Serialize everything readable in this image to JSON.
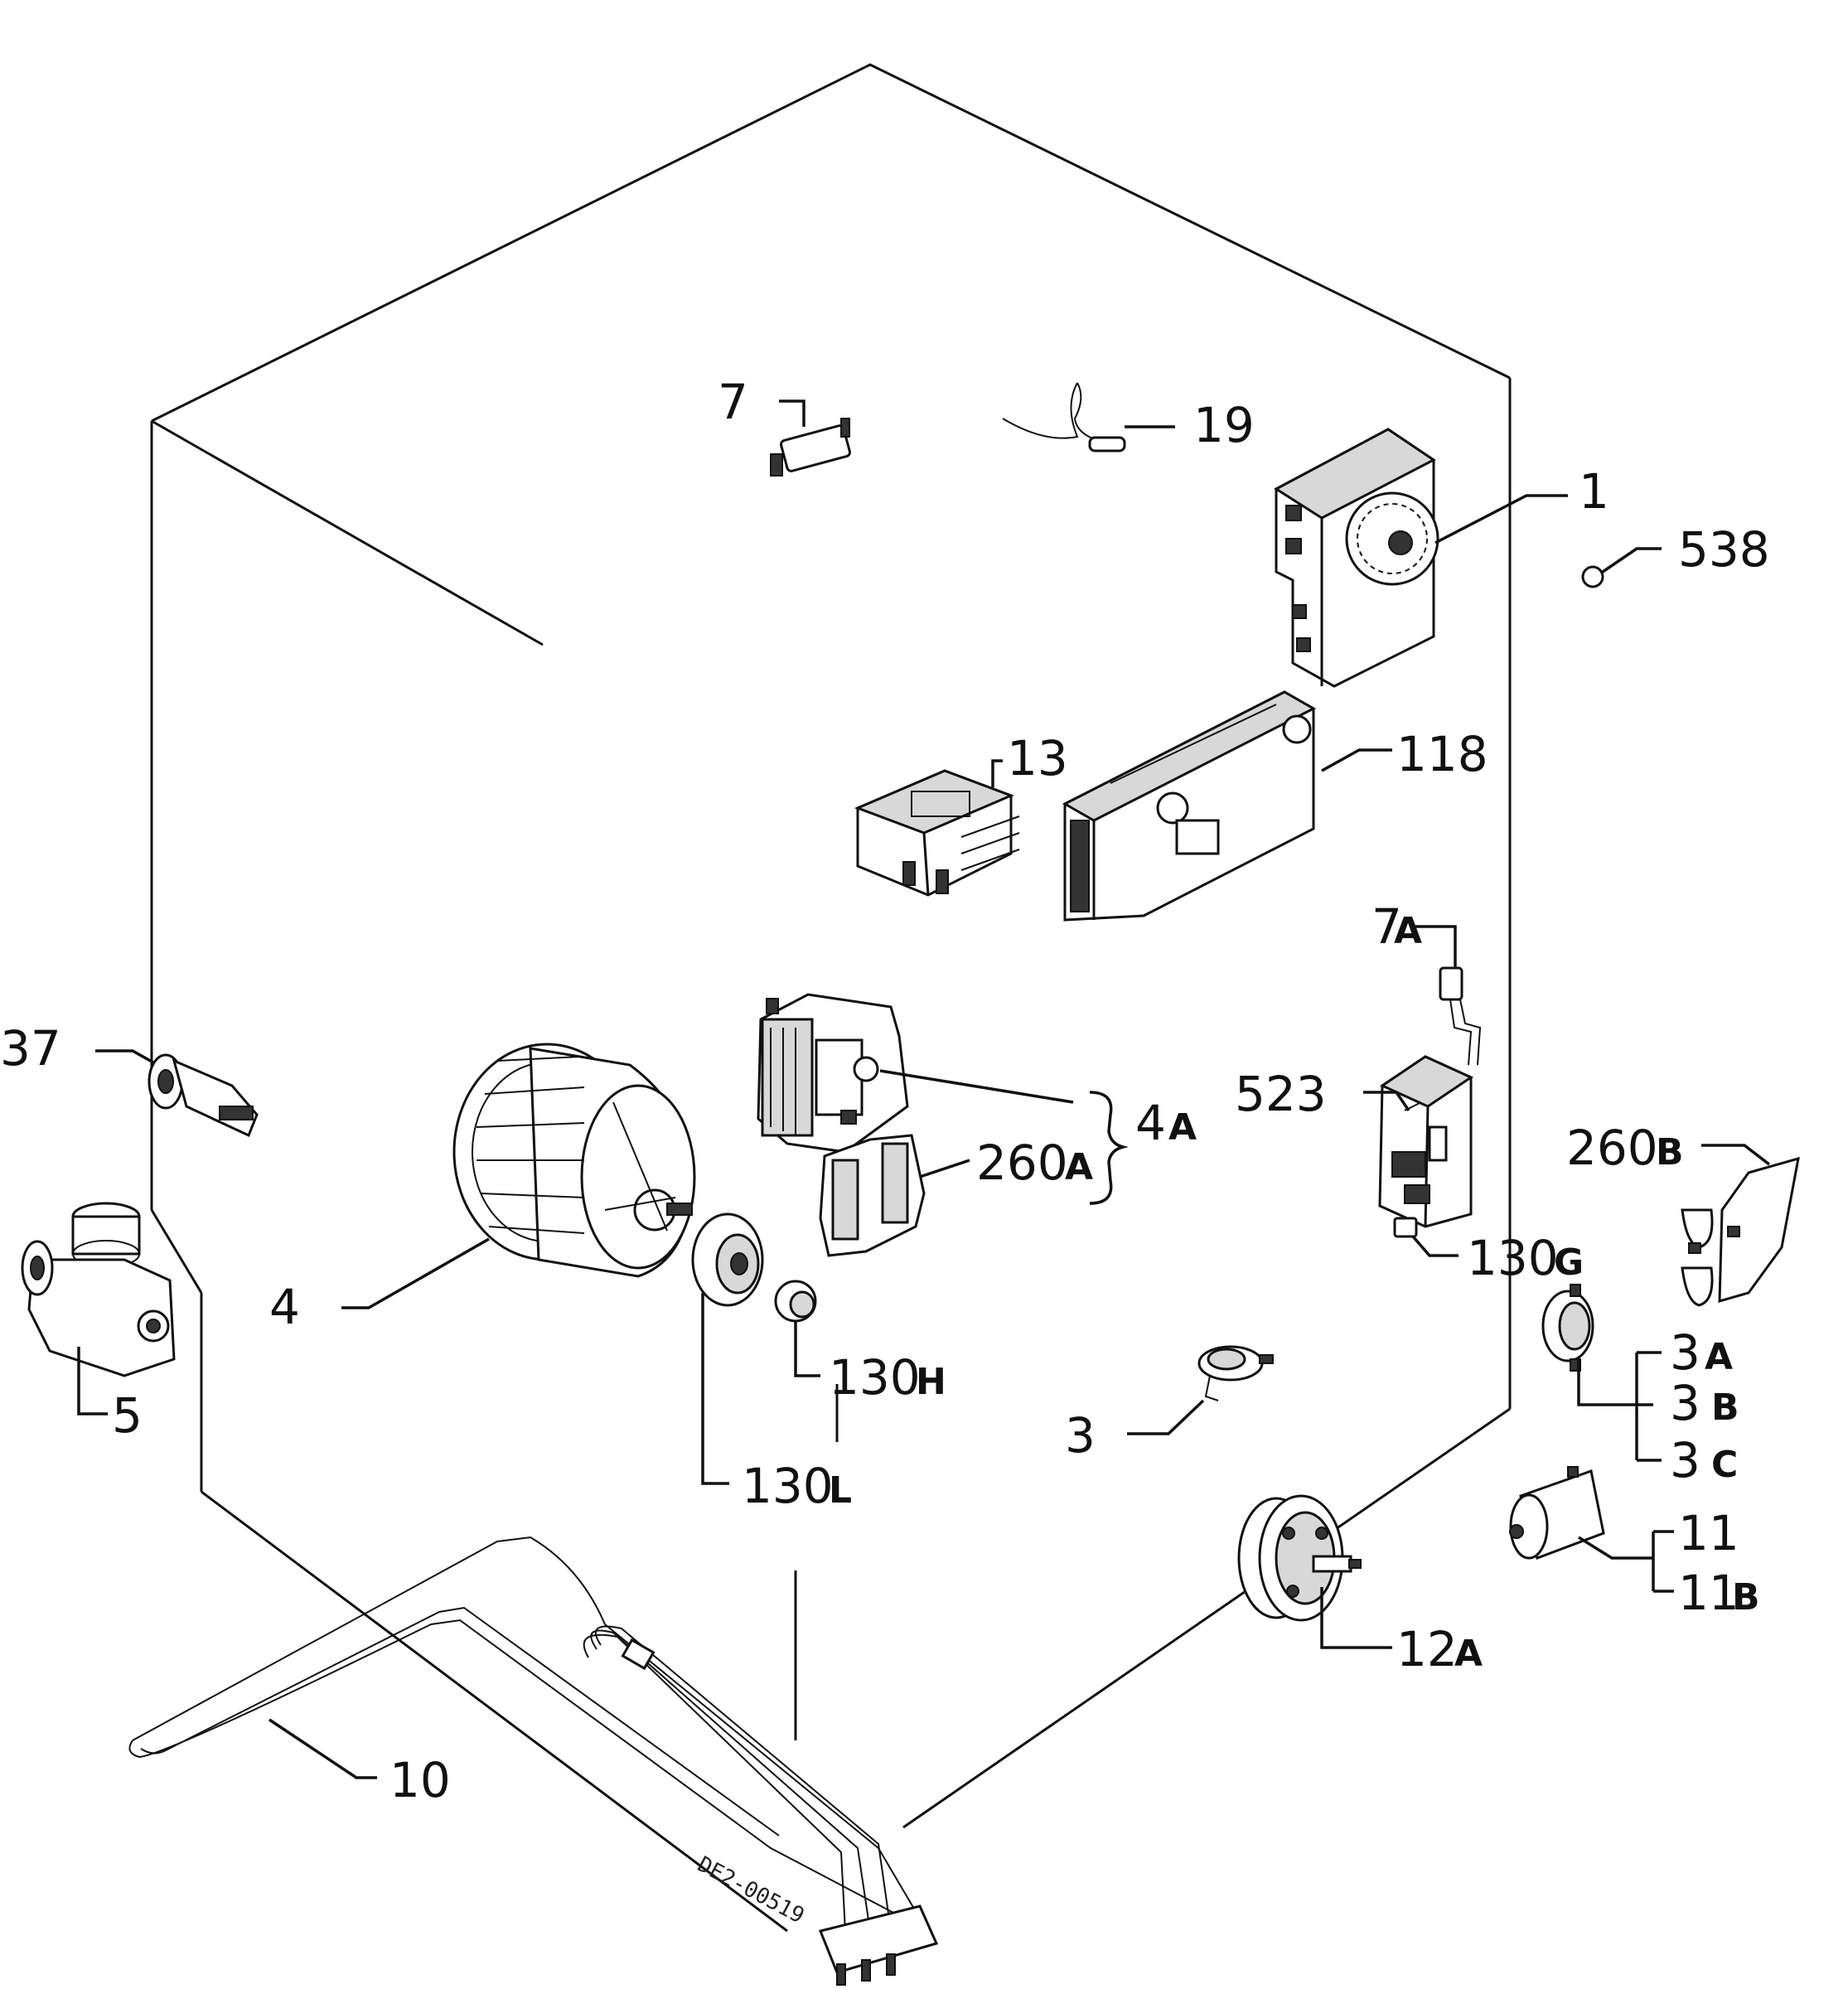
{
  "labels": {
    "l7": "7",
    "l19": "19",
    "l1": "1",
    "l538": "538",
    "l13": "13",
    "l118": "118",
    "l7A_num": "7",
    "l7A_sub": "A",
    "l37": "37",
    "l523": "523",
    "l4A_num": "4",
    "l4A_sub": "A",
    "l260A_num": "260",
    "l260A_sub": "A",
    "l260B_num": "260",
    "l260B_sub": "B",
    "l4": "4",
    "l5": "5",
    "l130G_num": "130",
    "l130G_sub": "G",
    "l130H_num": "130",
    "l130H_sub": "H",
    "l130L_num": "130",
    "l130L_sub": "L",
    "l3": "3",
    "l3A_num": "3",
    "l3A_sub": "A",
    "l3B_num": "3",
    "l3B_sub": "B",
    "l3C_num": "3",
    "l3C_sub": "C",
    "l11": "11",
    "l11B_num": "11",
    "l11B_sub": "B",
    "l12A_num": "12",
    "l12A_sub": "A",
    "l10": "10"
  },
  "drawing_code": "DE2-00519"
}
